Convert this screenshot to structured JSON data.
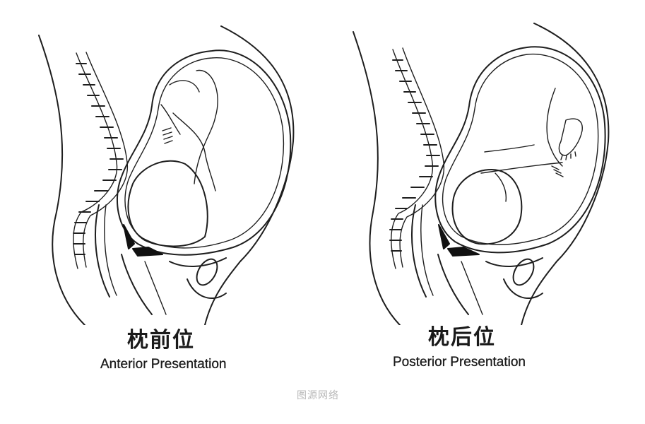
{
  "figure": {
    "panels": [
      {
        "id": "anterior",
        "label_cn": "枕前位",
        "label_en": "Anterior Presentation",
        "illustration": "sagittal-section-pregnant-uterus-fetus-occiput-anterior"
      },
      {
        "id": "posterior",
        "label_cn": "枕后位",
        "label_en": "Posterior Presentation",
        "illustration": "sagittal-section-pregnant-uterus-fetus-occiput-posterior"
      }
    ],
    "caption": "图源网络"
  },
  "colors": {
    "line": "#1e1e1e",
    "background": "#ffffff",
    "caption": "#b8b8b8"
  }
}
